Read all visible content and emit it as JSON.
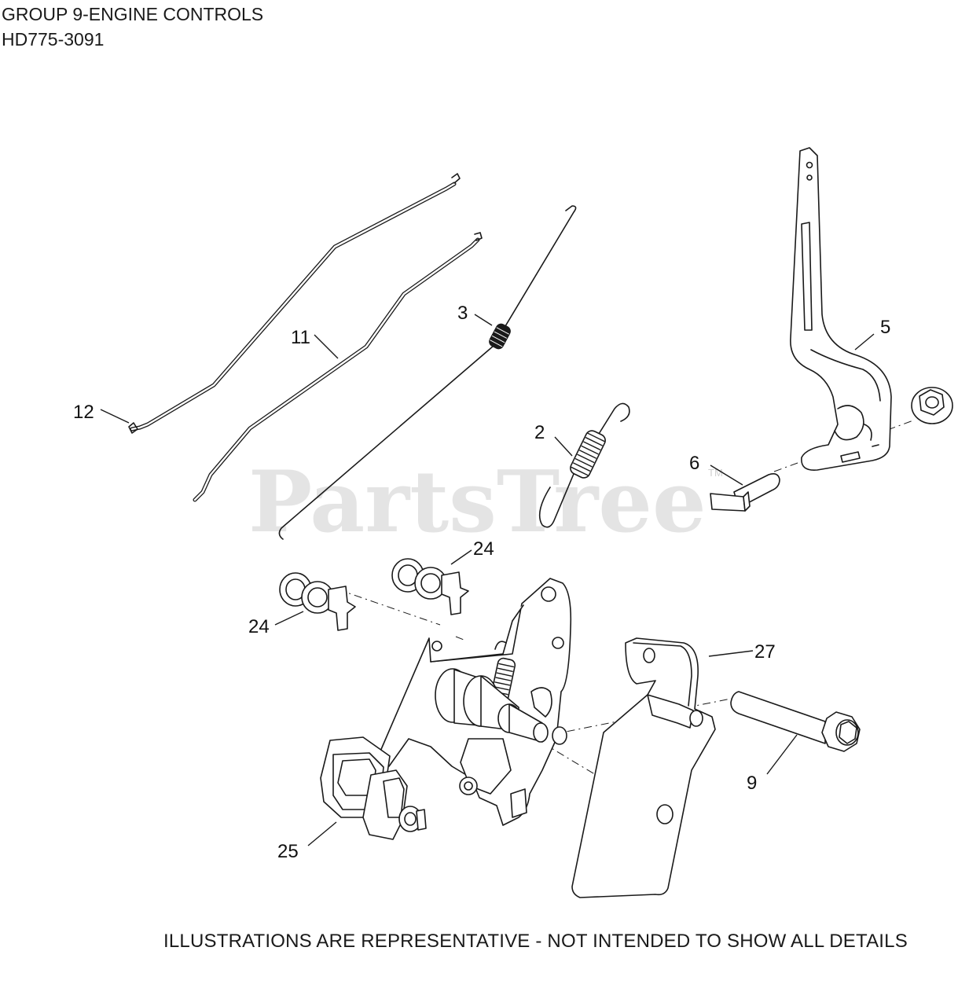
{
  "header": {
    "title": "GROUP 9-ENGINE CONTROLS",
    "model": "HD775-3091"
  },
  "watermark": {
    "text": "PartsTree",
    "tm": "TM"
  },
  "callouts": {
    "c12": "12",
    "c11": "11",
    "c3": "3",
    "c2": "2",
    "c5": "5",
    "c6": "6",
    "c24a": "24",
    "c24b": "24",
    "c27": "27",
    "c9": "9",
    "c25": "25"
  },
  "footer": {
    "note": "ILLUSTRATIONS ARE REPRESENTATIVE - NOT INTENDED TO SHOW ALL DETAILS"
  }
}
